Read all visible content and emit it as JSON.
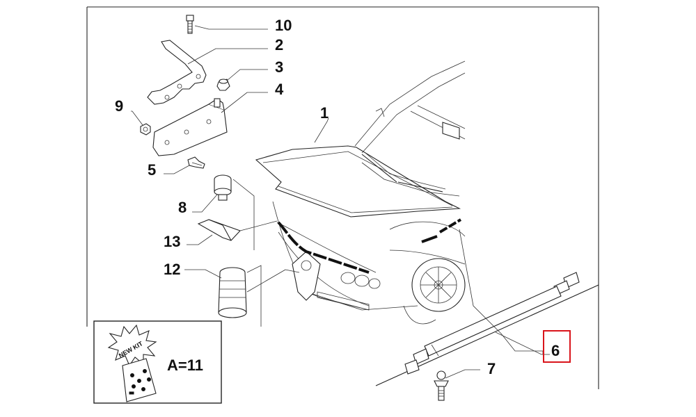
{
  "diagram": {
    "callouts": [
      {
        "id": "part-10",
        "label": "10"
      },
      {
        "id": "part-2",
        "label": "2"
      },
      {
        "id": "part-3",
        "label": "3"
      },
      {
        "id": "part-4",
        "label": "4"
      },
      {
        "id": "part-9",
        "label": "9"
      },
      {
        "id": "part-1",
        "label": "1"
      },
      {
        "id": "part-5",
        "label": "5"
      },
      {
        "id": "part-8",
        "label": "8"
      },
      {
        "id": "part-13",
        "label": "13"
      },
      {
        "id": "part-12",
        "label": "12"
      },
      {
        "id": "part-6",
        "label": "6"
      },
      {
        "id": "part-7",
        "label": "7"
      }
    ],
    "kit_box": {
      "badge_text": "NEW KIT",
      "formula": "A=11"
    },
    "highlight_color": "#d9141b"
  }
}
